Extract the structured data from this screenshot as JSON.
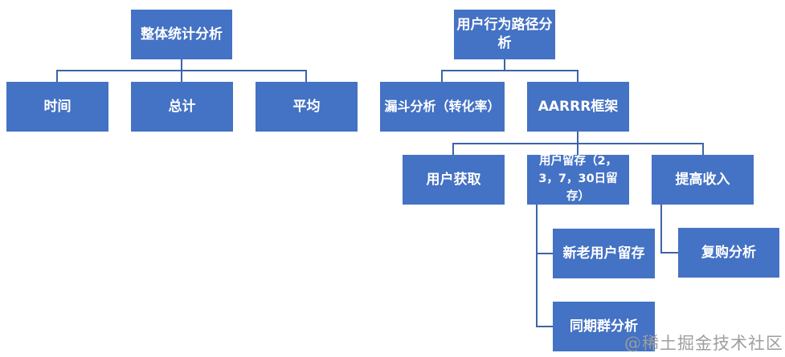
{
  "diagram_title": "",
  "hierarchy": [
    {
      "label": "整体统计分析",
      "children": [
        {
          "label": "时间"
        },
        {
          "label": "总计"
        },
        {
          "label": "平均"
        }
      ]
    },
    {
      "label": "用户行为路径分析",
      "children": [
        {
          "label": "漏斗分析（转化率）"
        },
        {
          "label": "AARRR框架",
          "children": [
            {
              "label": "用户获取"
            },
            {
              "label": "用户留存（2，3，7，30日留存）",
              "children": [
                {
                  "label": "新老用户留存"
                },
                {
                  "label": "同期群分析"
                }
              ]
            },
            {
              "label": "提高收入",
              "children": [
                {
                  "label": "复购分析"
                }
              ]
            }
          ]
        }
      ]
    }
  ],
  "watermark": {
    "text": "@稀土掘金技术社区"
  },
  "colors": {
    "node_fill": "#4472C4",
    "node_text": "#FFFFFF",
    "connector": "#3C64A8",
    "background": "#FFFFFF",
    "watermark_text": "#9E9E9E"
  }
}
